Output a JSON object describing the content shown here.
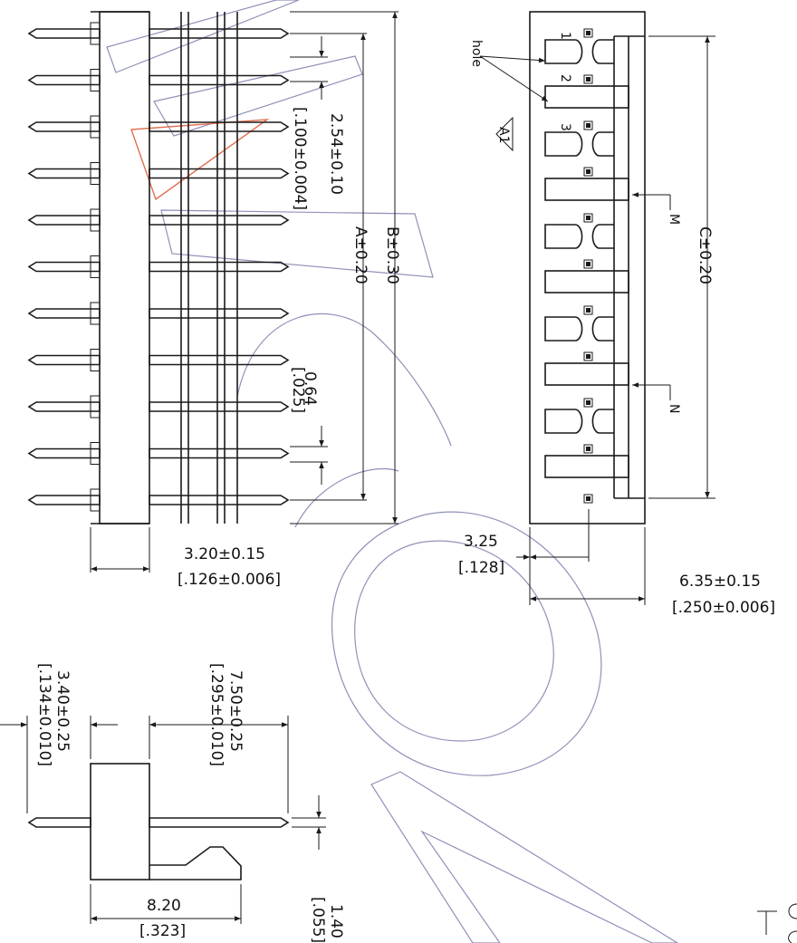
{
  "colors": {
    "line": "#1a1a1a",
    "watermark": "#8f91b8",
    "marker": "#e07050"
  },
  "top_view": {
    "pitch_main": "2.54±0.10",
    "pitch_alt": "[.100±0.004]",
    "dim_a": "A±0.20",
    "dim_b": "B±0.30",
    "pin_w_main": "0.64",
    "pin_w_alt": "[.025]",
    "depth_main": "3.20±0.15",
    "depth_alt": "[.126±0.006]"
  },
  "front_view": {
    "hole_label": "hole",
    "rev_mark": "A1",
    "pin_numbers": [
      "1",
      "2",
      "3"
    ],
    "marker_m": "M",
    "marker_n": "N",
    "dim_c": "C±0.20",
    "offset_main": "3.25",
    "offset_alt": "[.128]",
    "height_main": "6.35±0.15",
    "height_alt": "[.250±0.006]"
  },
  "side_view": {
    "tail_main": "3.40±0.25",
    "tail_alt": "[.134±0.010]",
    "mate_main": "7.50±0.25",
    "mate_alt": "[.295±0.010]",
    "len_main": "8.20",
    "len_alt": "[.323]",
    "thick_main": "1.40",
    "thick_alt": "[.055]"
  }
}
